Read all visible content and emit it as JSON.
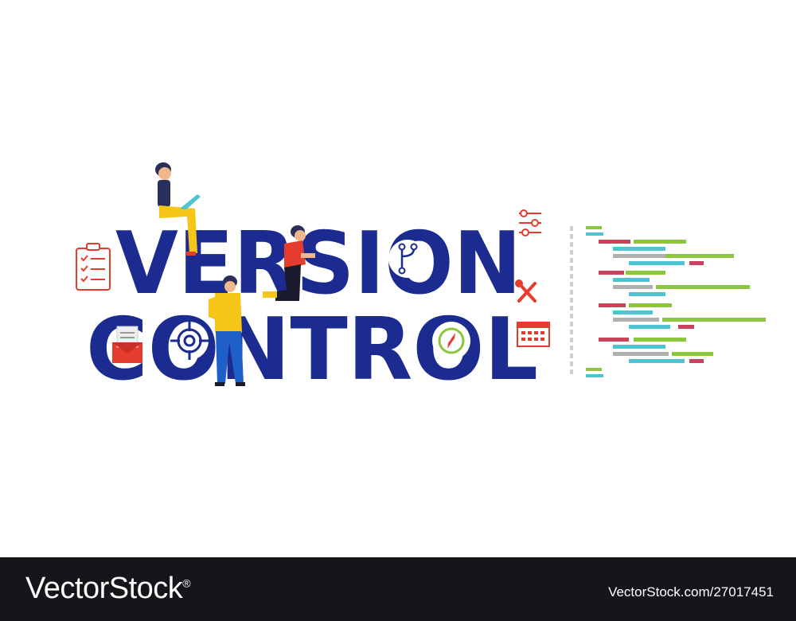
{
  "headline": {
    "line1": "VERSION",
    "line2": "CONTROL"
  },
  "footer": {
    "brand": "VectorStock",
    "registered": "®",
    "image_id": "VectorStock.com/27017451"
  },
  "colors": {
    "letters": "#1b2b8f",
    "accent_red": "#e63c2e",
    "accent_yellow": "#f5c518",
    "code_green": "#8cc63f",
    "code_cyan": "#4fc3d0",
    "code_red": "#c8445c",
    "code_gray": "#b0b0b0",
    "footer_bg": "#15161a"
  },
  "icons": [
    "clipboard-checklist-icon",
    "git-branch-icon",
    "settings-sliders-icon",
    "wrench-screwdriver-icon",
    "envelope-icon",
    "target-icon",
    "compass-icon",
    "calendar-icon"
  ]
}
